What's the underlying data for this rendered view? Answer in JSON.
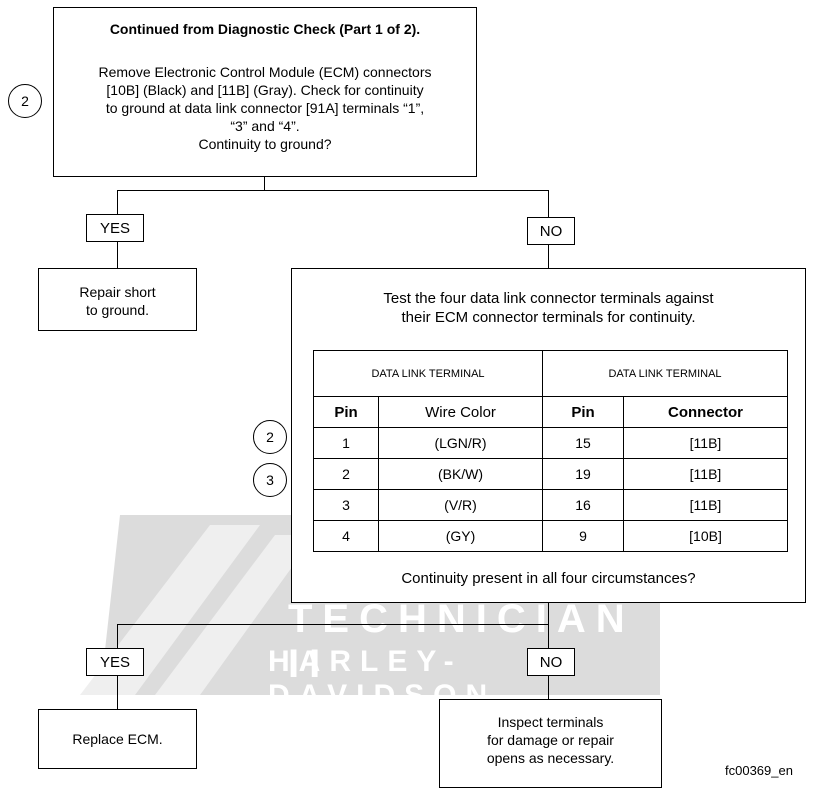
{
  "top_box": {
    "title": "Continued from Diagnostic Check (Part 1 of 2).",
    "line1": "Remove Electronic Control Module (ECM) connectors",
    "line2": "[10B] (Black) and [11B] (Gray). Check for continuity",
    "line3": "to ground at data link connector [91A] terminals “1”,",
    "line4": "“3” and “4”.",
    "line5": "Continuity to ground?"
  },
  "callouts": {
    "step_top": "2",
    "row1": "2",
    "row2": "3"
  },
  "branch1": {
    "yes": "YES",
    "no": "NO"
  },
  "repair_box": {
    "line1": "Repair short",
    "line2": "to ground."
  },
  "test_box": {
    "line1": "Test the four data link connector terminals against",
    "line2": "their ECM connector terminals for continuity.",
    "question": "Continuity present in all four circumstances?"
  },
  "table": {
    "group_headers": [
      "DATA LINK TERMINAL",
      "DATA LINK TERMINAL"
    ],
    "col_headers": [
      "Pin",
      "Wire Color",
      "Pin",
      "Connector"
    ],
    "rows": [
      [
        "1",
        "(LGN/R)",
        "15",
        "[11B]"
      ],
      [
        "2",
        "(BK/W)",
        "19",
        "[11B]"
      ],
      [
        "3",
        "(V/R)",
        "16",
        "[11B]"
      ],
      [
        "4",
        "(GY)",
        "9",
        "[10B]"
      ]
    ]
  },
  "branch2": {
    "yes": "YES",
    "no": "NO"
  },
  "replace_box": {
    "text": "Replace ECM."
  },
  "inspect_box": {
    "line1": "Inspect terminals",
    "line2": "for damage or repair",
    "line3": "opens as necessary."
  },
  "watermark": {
    "line1": "TECHNICIAN II",
    "line2": "HARLEY-DAVIDSON"
  },
  "figure_id": "fc00369_en"
}
